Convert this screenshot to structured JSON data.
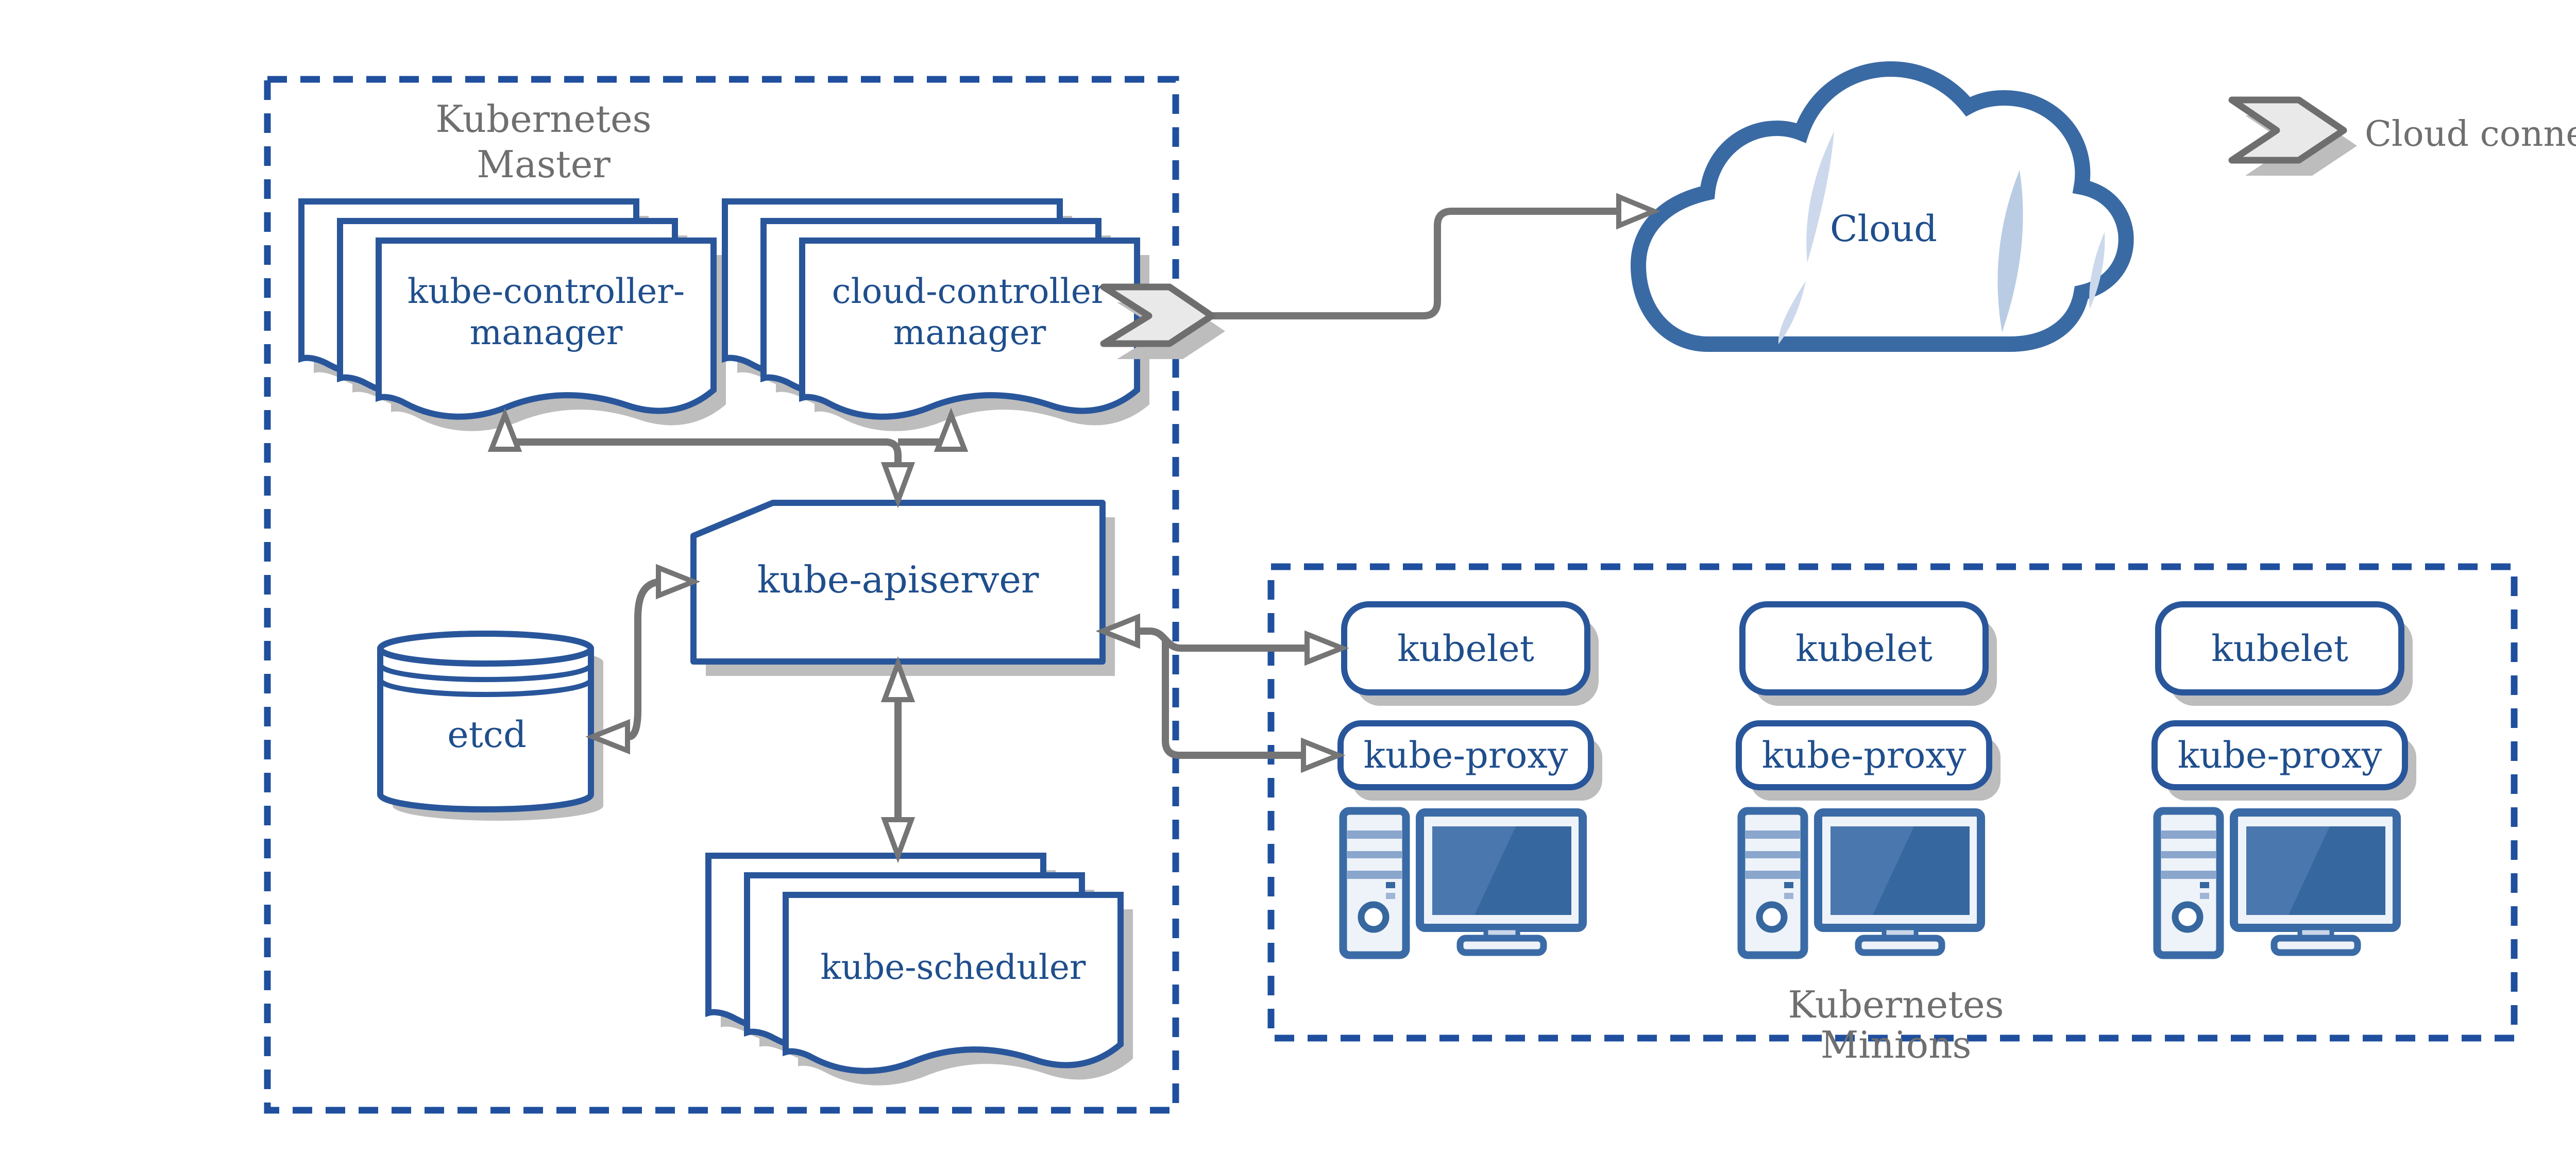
{
  "master": {
    "label_line1": "Kubernetes",
    "label_line2": "Master"
  },
  "nodes": {
    "kube_controller_manager_line1": "kube-controller-",
    "kube_controller_manager_line2": "manager",
    "cloud_controller_manager_line1": "cloud-controller",
    "cloud_controller_manager_line2": "manager",
    "kube_apiserver": "kube-apiserver",
    "etcd": "etcd",
    "kube_scheduler": "kube-scheduler",
    "cloud": "Cloud"
  },
  "minions": {
    "label_line1": "Kubernetes",
    "label_line2": "Minions",
    "nodes": [
      {
        "kubelet": "kubelet",
        "kube_proxy": "kube-proxy"
      },
      {
        "kubelet": "kubelet",
        "kube_proxy": "kube-proxy"
      },
      {
        "kubelet": "kubelet",
        "kube_proxy": "kube-proxy"
      }
    ]
  },
  "legend": {
    "cloud_connector": "Cloud connector"
  },
  "colors": {
    "node_border_blue": "#29569B",
    "node_text_blue": "#1F4E8C",
    "dashed_border_blue": "#1F4F9E",
    "label_gray": "#6F6F6F",
    "arrow_gray": "#757575",
    "shadow_gray": "#BDBDBD",
    "chevron_fill": "#E9E9E9",
    "chevron_border": "#6E6E6E",
    "cloud_border_blue": "#3A6AA4",
    "cloud_accent_blue": "#CCD9EC",
    "icon_border_blue": "#3A6BA6",
    "icon_fill": "#EEF3F9",
    "icon_screen_blue": "#36679F",
    "background": "#FFFFFF"
  }
}
